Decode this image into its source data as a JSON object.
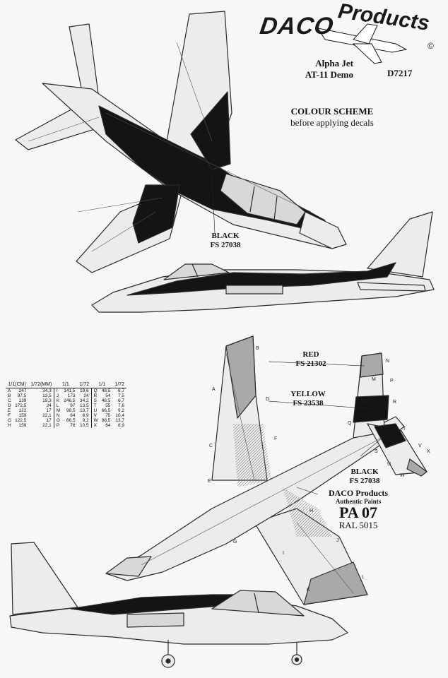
{
  "brand": {
    "name_a": "DACO",
    "name_b": "Products",
    "copyright": "©"
  },
  "model": {
    "line1": "Alpha Jet",
    "line2": "AT-11 Demo"
  },
  "product_code": "D7217",
  "scheme": {
    "title": "COLOUR SCHEME",
    "subtitle": "before applying decals"
  },
  "callouts": {
    "black_top": {
      "name": "BLACK",
      "fs": "FS 27038"
    },
    "red": {
      "name": "RED",
      "fs": "FS 21302"
    },
    "yellow": {
      "name": "YELLOW",
      "fs": "FS 23538"
    },
    "black_bottom": {
      "name": "BLACK",
      "fs": "FS 27038"
    }
  },
  "paint": {
    "maker": "DACO Products",
    "line": "Authentic Paints",
    "code": "PA 07",
    "ral": "RAL 5015"
  },
  "colors": {
    "black": "#141414",
    "grey": "#a9a9a9",
    "light": "#ececea",
    "line": "#2a2a2a"
  },
  "size_table": {
    "headers": [
      "1/1(CM)",
      "1/72(MM)",
      "1/1",
      "1/72",
      "1/1",
      "1/72"
    ],
    "rows": [
      {
        "k1": "A",
        "a1": "247",
        "b1": "34,3",
        "k2": "I",
        "a2": "141,5",
        "b2": "19,6",
        "k3": "Q",
        "a3": "48,5",
        "b3": "6,7"
      },
      {
        "k1": "B",
        "a1": "97,5",
        "b1": "13,5",
        "k2": "J",
        "a2": "173",
        "b2": "24",
        "k3": "R",
        "a3": "54",
        "b3": "7,5"
      },
      {
        "k1": "C",
        "a1": "139",
        "b1": "19,3",
        "k2": "K",
        "a2": "246,5",
        "b2": "34,2",
        "k3": "S",
        "a3": "48,5",
        "b3": "6,7"
      },
      {
        "k1": "D",
        "a1": "172,5",
        "b1": "24",
        "k2": "L",
        "a2": "97",
        "b2": "13,5",
        "k3": "T",
        "a3": "55",
        "b3": "7,6"
      },
      {
        "k1": "E",
        "a1": "122",
        "b1": "17",
        "k2": "M",
        "a2": "98,5",
        "b2": "13,7",
        "k3": "U",
        "a3": "66,5",
        "b3": "9,2"
      },
      {
        "k1": "F",
        "a1": "159",
        "b1": "22,1",
        "k2": "N",
        "a2": "64",
        "b2": "8,9",
        "k3": "V",
        "a3": "75",
        "b3": "10,4"
      },
      {
        "k1": "G",
        "a1": "122,5",
        "b1": "17",
        "k2": "O",
        "a2": "66,5",
        "b2": "9,2",
        "k3": "W",
        "a3": "98,5",
        "b3": "13,7"
      },
      {
        "k1": "H",
        "a1": "159",
        "b1": "22,1",
        "k2": "P",
        "a2": "76",
        "b2": "10,5",
        "k3": "X",
        "a3": "64",
        "b3": "8,9"
      }
    ]
  },
  "letters": [
    "A",
    "B",
    "C",
    "D",
    "E",
    "F",
    "G",
    "H",
    "I",
    "J",
    "K",
    "L",
    "M",
    "N",
    "O",
    "P",
    "Q",
    "R",
    "S",
    "T",
    "U",
    "V",
    "W",
    "X"
  ]
}
